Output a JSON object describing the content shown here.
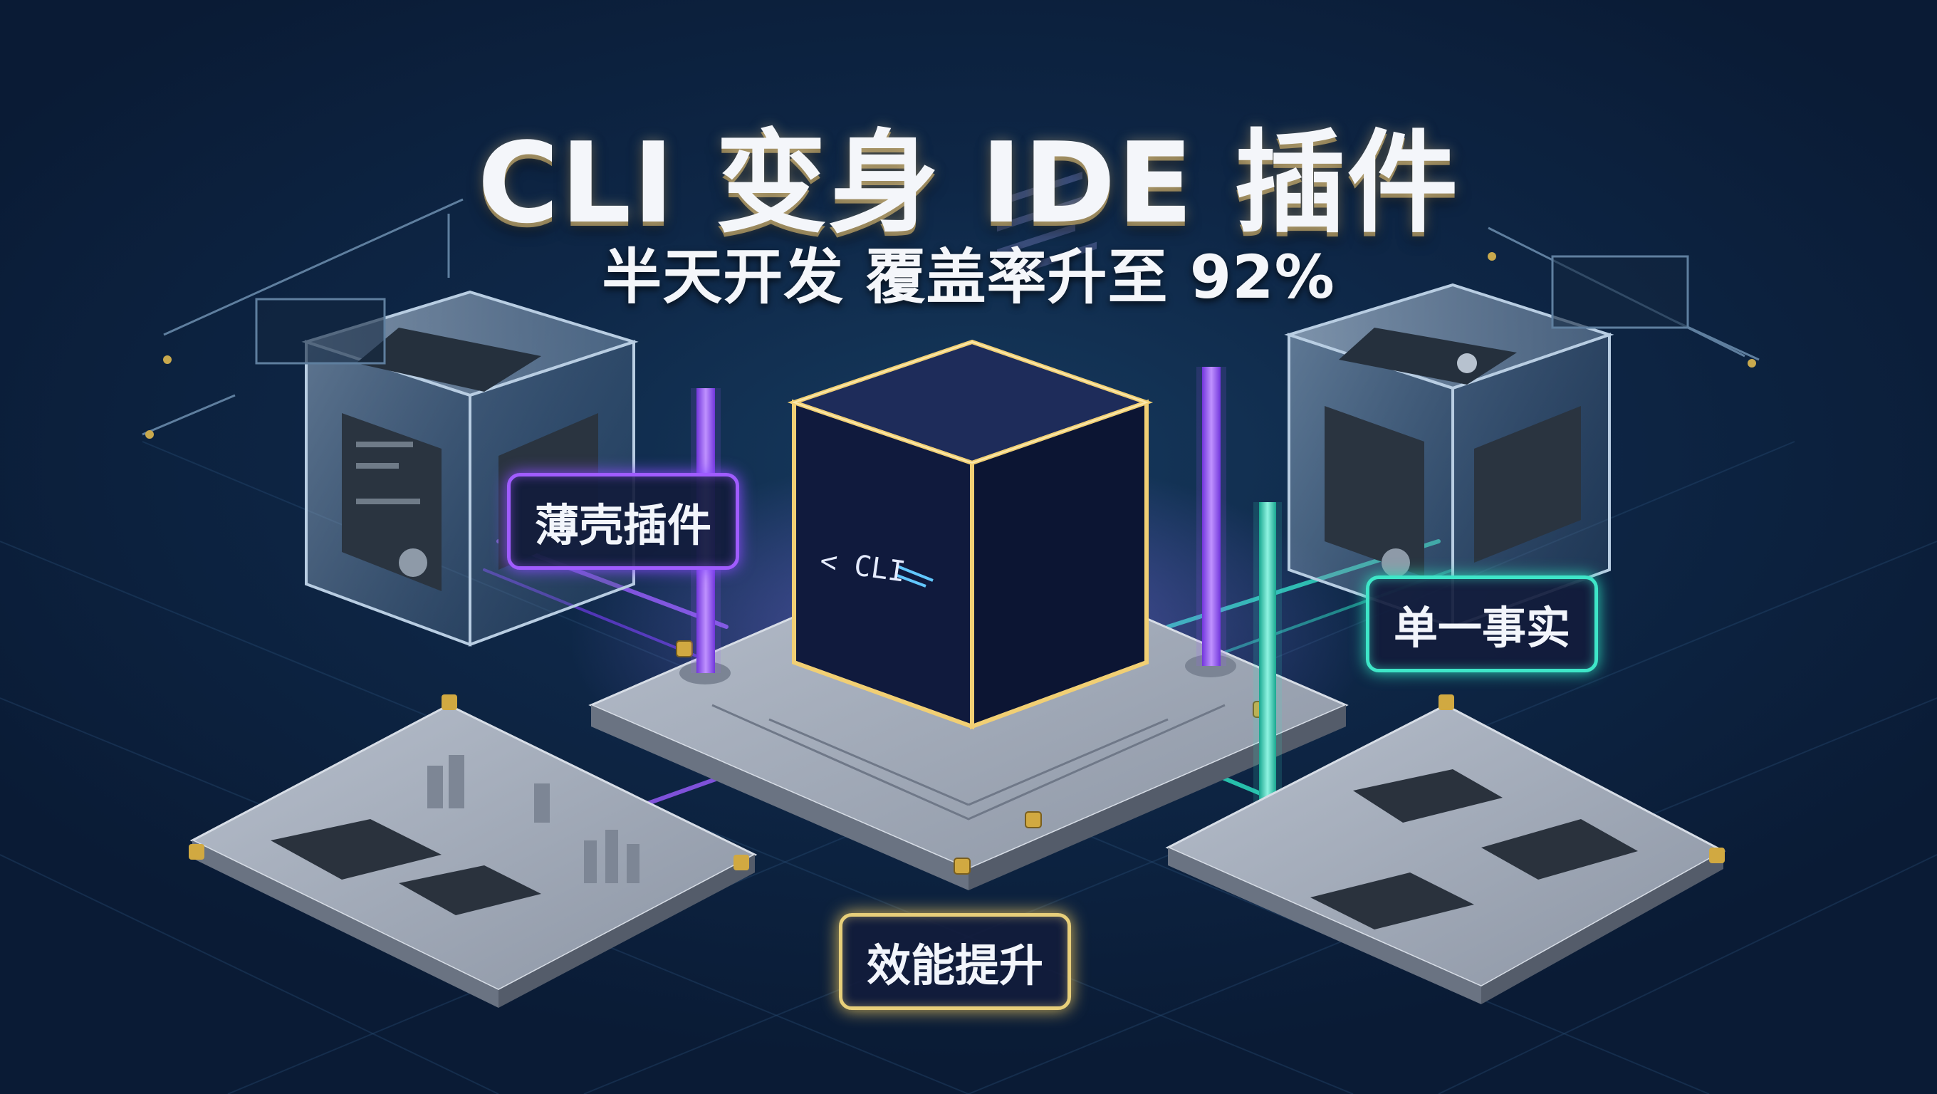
{
  "title": "CLI 变身 IDE 插件",
  "subtitle": "半天开发 覆盖率升至 92%",
  "center_cube": {
    "label": "< CLI"
  },
  "tags": {
    "thin_shell": "薄壳插件",
    "single_truth": "单一事实",
    "efficiency": "效能提升"
  },
  "colors": {
    "background": "#0b1a33",
    "accent_purple": "#a05cff",
    "accent_teal": "#3ee6c8",
    "accent_gold": "#e8cf7a"
  }
}
